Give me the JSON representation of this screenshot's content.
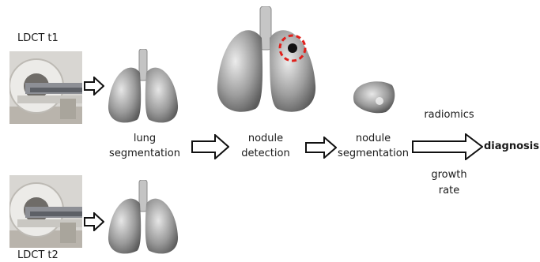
{
  "scans": {
    "t1_label": "LDCT t1",
    "t2_label": "LDCT t2"
  },
  "steps": {
    "lung_seg_line1": "lung",
    "lung_seg_line2": "segmentation",
    "nodule_det_line1": "nodule",
    "nodule_det_line2": "detection",
    "nodule_seg_line1": "nodule",
    "nodule_seg_line2": "segmentation"
  },
  "outputs": {
    "radiomics": "radiomics",
    "growth_line1": "growth",
    "growth_line2": "rate",
    "diagnosis": "diagnosis"
  },
  "colors": {
    "lung_gray": "#9a9a9a",
    "trachea": "#bdbdbd",
    "highlight_ring": "#e0201b",
    "arrow_stroke": "#111111"
  }
}
